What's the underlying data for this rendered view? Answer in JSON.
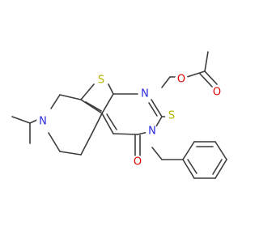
{
  "colors": {
    "bond": "#3c3c3c",
    "sulfur": "#b5b500",
    "nitrogen": "#2a2ae0",
    "oxygen": "#e00000",
    "background": "#ffffff"
  },
  "atoms": {
    "ester_oxygen": "O",
    "carbonyl_oxygen_ester": "O",
    "thioether_sulfur": "S",
    "thiophene_sulfur": "S",
    "pyrimidine_n1": "N",
    "pyrimidine_n3": "N",
    "piperidine_n": "N",
    "ketone_oxygen": "O"
  }
}
